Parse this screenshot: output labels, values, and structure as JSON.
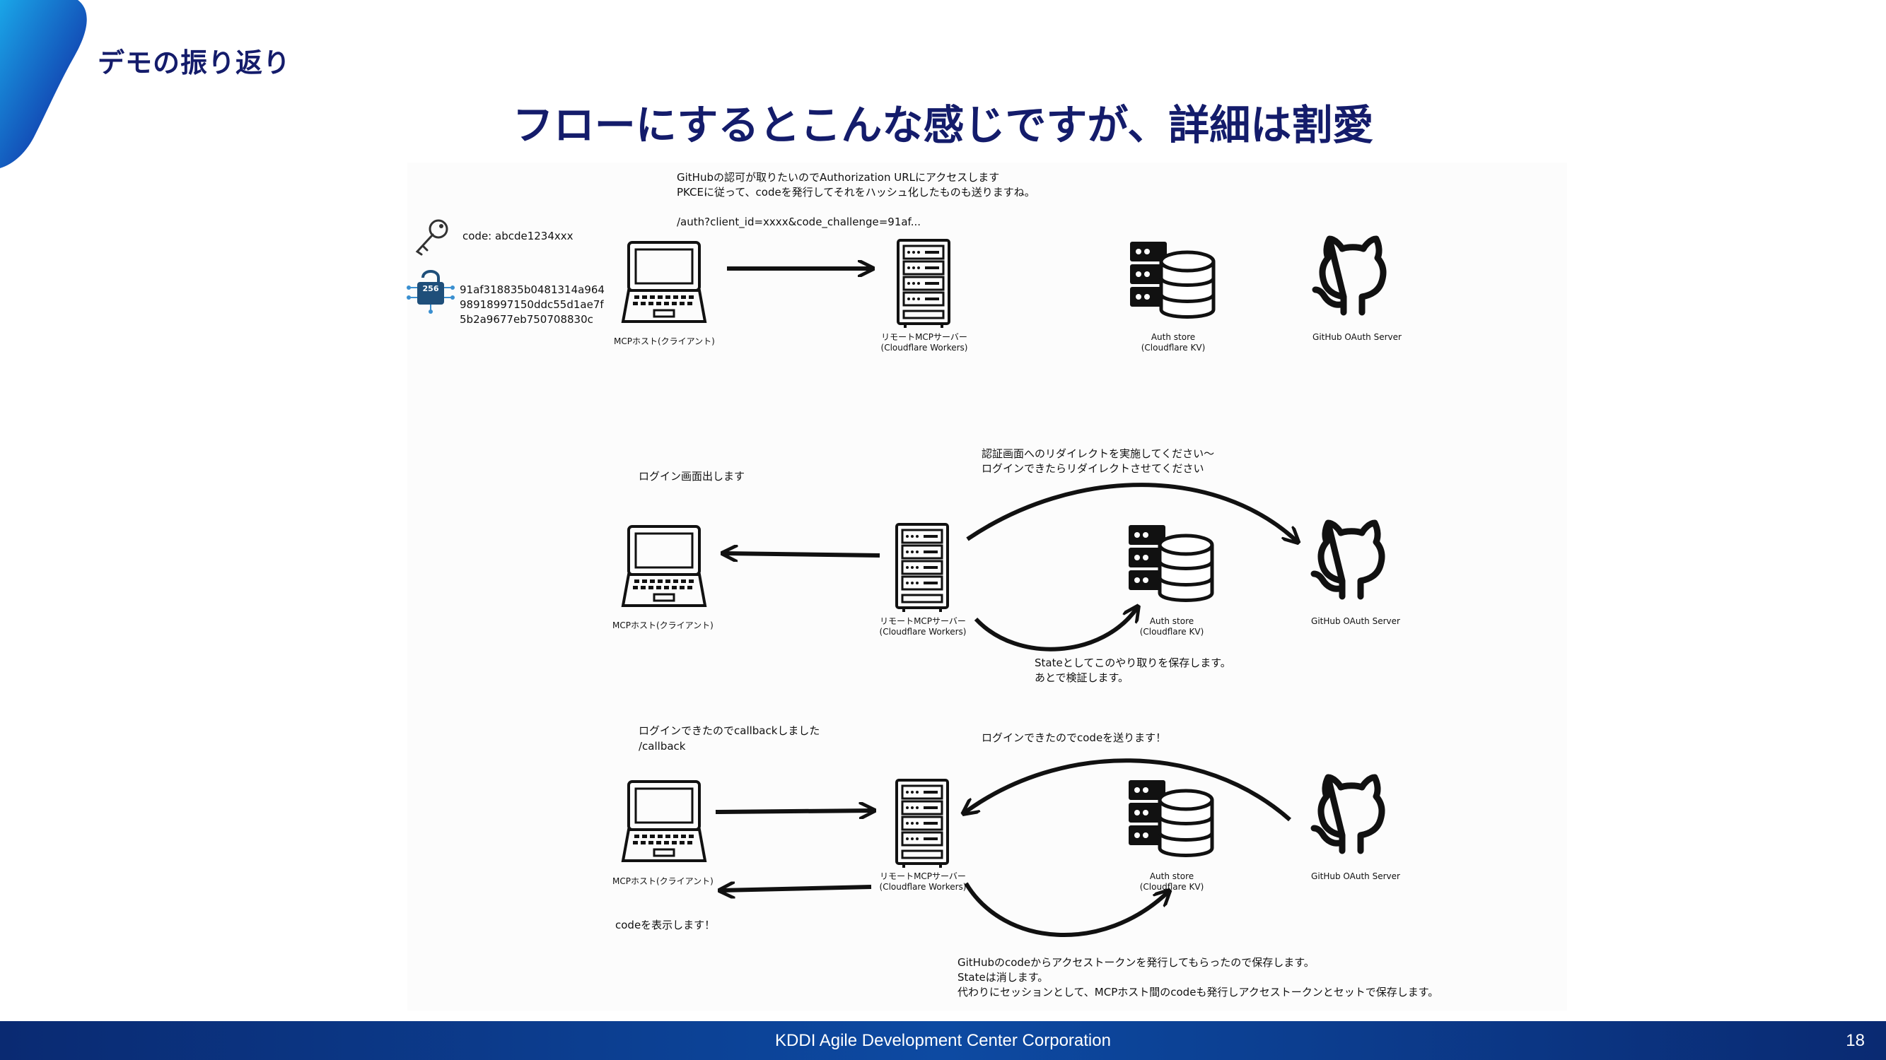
{
  "slide": {
    "section_title": "デモの振り返り",
    "main_title": "フローにするとこんな感じですが、詳細は割愛",
    "footer": "KDDI Agile Development Center Corporation",
    "page_number": "18"
  },
  "nodes": {
    "host": "MCPホスト(クライアント)",
    "server_line1": "リモートMCPサーバー",
    "server_line2": "(Cloudflare Workers)",
    "store_line1": "Auth store",
    "store_line2": "(Cloudflare KV)",
    "github": "GitHub OAuth Server"
  },
  "step1": {
    "note_line1": "GitHubの認可が取りたいのでAuthorization URLにアクセスします",
    "note_line2": "PKCEに従って、codeを発行してそれをハッシュ化したものも送りますね。",
    "note_line3": "/auth?client_id=xxxx&code_challenge=91af...",
    "code_label": "code: abcde1234xxx",
    "hash_line1": "91af318835b0481314a964",
    "hash_line2": "98918997150ddc55d1ae7f",
    "hash_line3": "5b2a9677eb750708830c",
    "lock_badge": "256"
  },
  "step2": {
    "login_screen": "ログイン画面出します",
    "redirect_line1": "認証画面へのリダイレクトを実施してください〜",
    "redirect_line2": "ログインできたらリダイレクトさせてください",
    "state_line1": "Stateとしてこのやり取りを保存します。",
    "state_line2": "あとで検証します。"
  },
  "step3": {
    "callback_line1": "ログインできたのでcallbackしました",
    "callback_line2": "/callback",
    "send_code": "ログインできたのでcodeを送ります！",
    "show_code": "codeを表示します！",
    "save_line1": "GitHubのcodeからアクセストークンを発行してもらったので保存します。",
    "save_line2": "Stateは消します。",
    "save_line3": "代わりにセッションとして、MCPホスト間のcodeも発行しアクセストークンとセットで保存します。"
  },
  "colors": {
    "title": "#141c6b",
    "footer": "#0d4aa2",
    "accent": "#0a6fc9"
  }
}
